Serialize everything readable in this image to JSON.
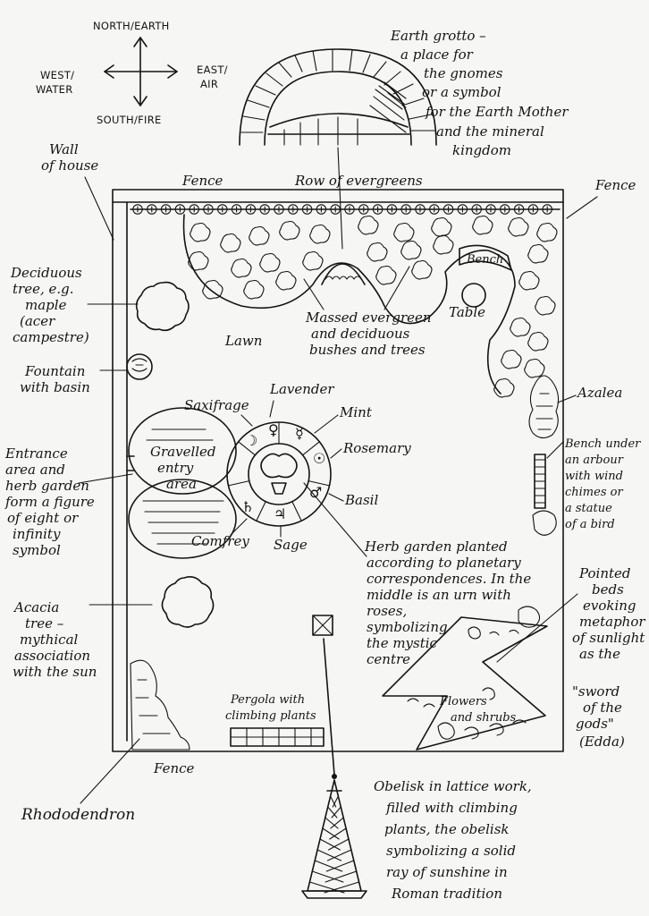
{
  "compass": {
    "north": "NORTH/EARTH",
    "west_1": "WEST/",
    "west_2": "WATER",
    "east_1": "EAST/",
    "east_2": "AIR",
    "south": "SOUTH/FIRE"
  },
  "labels": {
    "grotto": [
      "Earth grotto –",
      "a place for",
      "the gnomes",
      "or a symbol",
      "for the Earth Mother",
      "and the mineral",
      "kingdom"
    ],
    "wall": [
      "Wall",
      "of house"
    ],
    "fence_top": "Fence",
    "evergreens": "Row of evergreens",
    "fence_right": "Fence",
    "bench": "Bench",
    "table": "Table",
    "deciduous": [
      "Deciduous",
      "tree, e.g.",
      "maple",
      "(acer",
      "campestre)"
    ],
    "lawn": "Lawn",
    "massed": [
      "Massed evergreen",
      "and deciduous",
      "bushes and trees"
    ],
    "fountain": [
      "Fountain",
      "with basin"
    ],
    "lavender": "Lavender",
    "saxifrage": "Saxifrage",
    "mint": "Mint",
    "azalea": "Azalea",
    "rosemary": "Rosemary",
    "basil": "Basil",
    "comfrey": "Comfrey",
    "sage": "Sage",
    "gravelled": [
      "Gravelled",
      "entry",
      "area"
    ],
    "entrance": [
      "Entrance",
      "area and",
      "herb garden",
      "form a figure",
      "of eight or",
      "infinity",
      "symbol"
    ],
    "bench_arbour": [
      "Bench under",
      "an arbour",
      "with wind",
      "chimes or",
      "a statue",
      "of a bird"
    ],
    "herb": [
      "Herb garden planted",
      "according to planetary",
      "correspondences. In the",
      "middle is an urn with",
      "roses,",
      "symbolizing",
      "the mystic",
      "centre"
    ],
    "pointed": [
      "Pointed",
      "beds",
      "evoking",
      "metaphor",
      "of sunlight",
      "as the",
      "\"sword",
      "of the",
      "gods\"",
      "(Edda)"
    ],
    "acacia": [
      "Acacia",
      "tree –",
      "mythical",
      "association",
      "with the sun"
    ],
    "pergola": [
      "Pergola with",
      "climbing plants"
    ],
    "flowers": [
      "Flowers",
      "and shrubs"
    ],
    "fence_bottom": "Fence",
    "rhododendron": "Rhododendron",
    "obelisk": [
      "Obelisk in lattice work,",
      "filled with climbing",
      "plants, the obelisk",
      "symbolizing a solid",
      "ray of sunshine in",
      "Roman tradition"
    ]
  },
  "planet_symbols": {
    "moon": "☽",
    "venus": "♀",
    "mercury": "☿",
    "sun": "☉",
    "mars": "♂",
    "jupiter": "♃",
    "saturn": "♄"
  },
  "colors": {
    "ink": "#141414",
    "paper": "#f6f6f4"
  }
}
